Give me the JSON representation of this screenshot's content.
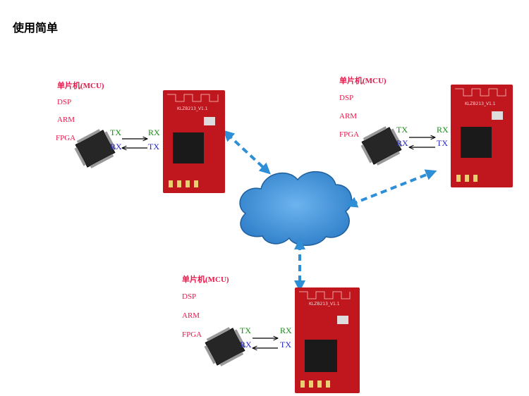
{
  "heading": "使用简单",
  "groups": [
    {
      "mcu": "单片机(MCU)",
      "dsp": "DSP",
      "arm": "ARM",
      "fpga": "FPGA",
      "tx_left": "TX",
      "rx_left": "RX",
      "rx_right": "RX",
      "tx_right": "TX",
      "module": "KLZB213_V1.1"
    },
    {
      "mcu": "单片机(MCU)",
      "dsp": "DSP",
      "arm": "ARM",
      "fpga": "FPGA",
      "tx_left": "TX",
      "rx_left": "RX",
      "rx_right": "RX",
      "tx_right": "TX",
      "module": "KLZB213_V1.1"
    },
    {
      "mcu": "单片机(MCU)",
      "dsp": "DSP",
      "arm": "ARM",
      "fpga": "FPGA",
      "tx_left": "TX",
      "rx_left": "RX",
      "rx_right": "RX",
      "tx_right": "TX",
      "module": "KLZB213_V1.1"
    }
  ],
  "colors": {
    "label": "#e6194b",
    "tx_green": "#1a8a1a",
    "rx_blue": "#2222cc",
    "module_red": "#c0161d",
    "cloud": "#3d8fd8",
    "link": "#2e8fd6"
  }
}
